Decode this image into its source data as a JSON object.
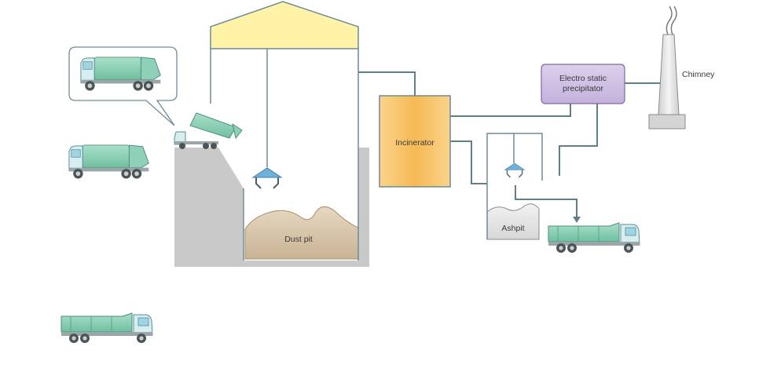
{
  "labels": {
    "dust_pit": "Dust pit",
    "incinerator": "Incinerator",
    "precipitator_line1": "Electro static",
    "precipitator_line2": "precipitator",
    "chimney": "Chimney",
    "ashpit": "Ashpit"
  },
  "colors": {
    "pipe": "#5f7f88",
    "ground": "#c9c9c9",
    "roof": "#fff3a8",
    "dust": "#d8c7ad",
    "incinerator": "#f9c46b",
    "precipitator": "#cdbde0",
    "chimney": "#dcdcdc",
    "truck_body": "#8fd0b8",
    "crane": "#6fb1d8"
  },
  "icons": [
    "garbage-truck-icon",
    "dump-truck-icon",
    "crane-grab-icon"
  ]
}
